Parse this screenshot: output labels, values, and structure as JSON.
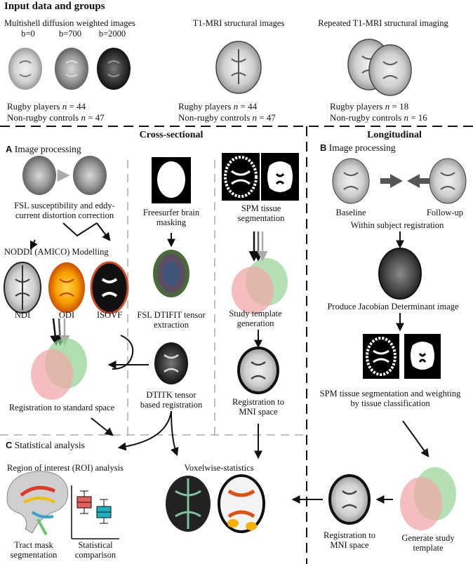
{
  "input": {
    "title": "Input data and groups",
    "diffusion_title": "Multishell diffusion weighted images",
    "b_values": [
      "b=0",
      "b=700",
      "b=2000"
    ],
    "t1_title": "T1-MRI structural images",
    "repeat_title": "Repeated T1-MRI structural imaging",
    "groups": [
      {
        "label1": "Rugby players",
        "n1": "44",
        "label2": "Non-rugby controls",
        "n2": "47"
      },
      {
        "label1": "Rugby players",
        "n1": "44",
        "label2": "Non-rugby controls",
        "n2": "47"
      },
      {
        "label1": "Rugby players",
        "n1": "18",
        "label2": "Non-rugby controls",
        "n2": "16"
      }
    ],
    "n_symbol": "n",
    "equals": " = "
  },
  "cross": {
    "title": "Cross-sectional",
    "section_a_letter": "A",
    "section_a_label": "Image processing",
    "fsl_suscept_line1": "FSL susceptibility and eddy-",
    "fsl_suscept_line2": "current distortion correction",
    "freesurfer_line1": "Freesurfer brain",
    "freesurfer_line2": "masking",
    "spm_line1": "SPM tissue",
    "spm_line2": "segmentation",
    "noddi_title": "NODDI (AMICO) Modelling",
    "ndi": "NDI",
    "odi": "ODI",
    "isovf": "ISOVF",
    "dtifit_line1": "FSL DTIFIT tensor",
    "dtifit_line2": "extraction",
    "template_line1": "Study template",
    "template_line2": "generation",
    "reg_standard": "Registration to standard space",
    "dtitk_line1": "DTITK tensor",
    "dtitk_line2": "based registration",
    "reg_mni_line1": "Registration to",
    "reg_mni_line2": "MNI space"
  },
  "long": {
    "title": "Longitudinal",
    "section_b_letter": "B",
    "section_b_label": "Image processing",
    "baseline": "Baseline",
    "followup": "Follow-up",
    "within": "Within subject registration",
    "jacobian": "Produce Jacobian Determinant image",
    "spm_weight_line1": "SPM tissue segmentation and weighting",
    "spm_weight_line2": "by tissue classification",
    "reg_mni_line1": "Registration to",
    "reg_mni_line2": "MNI space",
    "gen_template_line1": "Generate study",
    "gen_template_line2": "template"
  },
  "stats": {
    "section_c_letter": "C",
    "section_c_label": "Statistical analysis",
    "roi_title": "Region of interest (ROI) analysis",
    "tract_line1": "Tract mask",
    "tract_line2": "segmentation",
    "stat_line1": "Statistical",
    "stat_line2": "comparison",
    "voxelwise": "Voxelwise-statistics"
  },
  "colors": {
    "box_red": "#e8605c",
    "box_teal": "#1fb0c0",
    "odi_orange": "#f5a000",
    "pink_overlay": "#f0a8a8",
    "green_overlay": "#8ed08e"
  }
}
